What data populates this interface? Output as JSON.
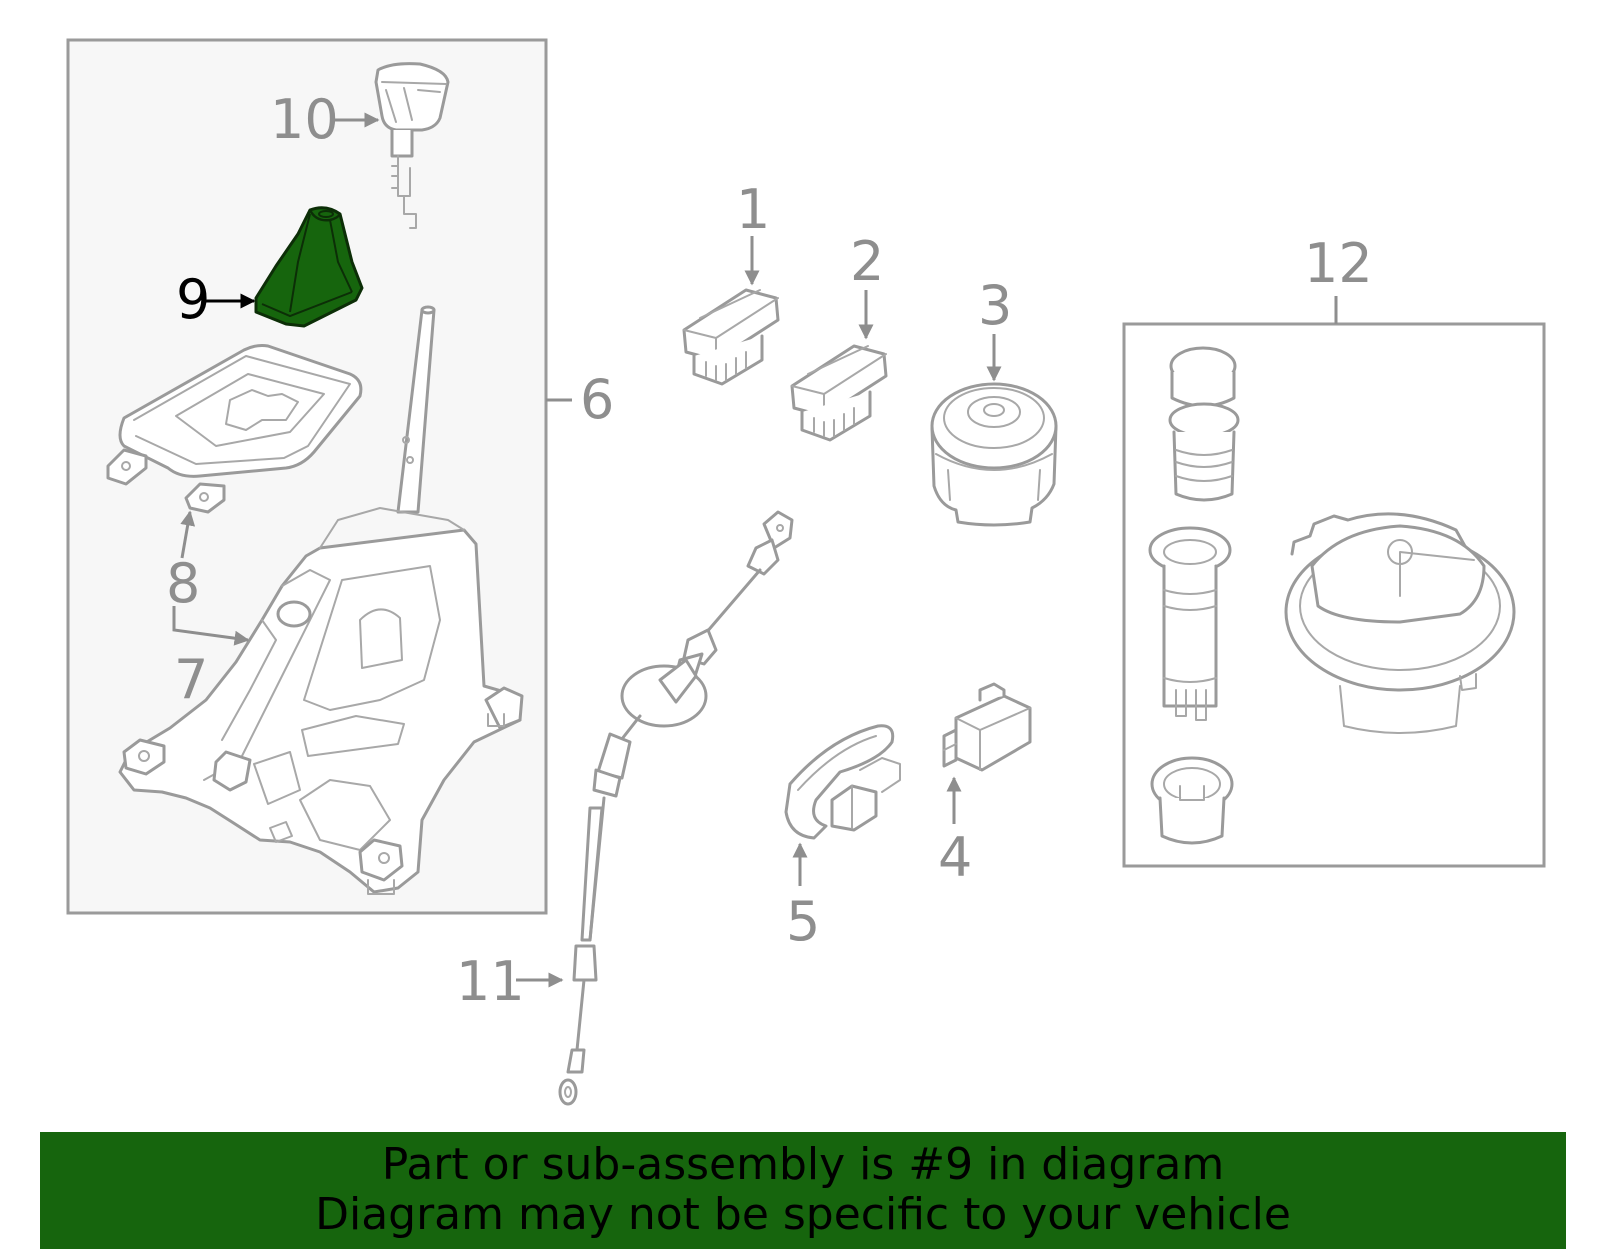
{
  "diagram": {
    "callouts": [
      {
        "id": "1",
        "label": "1"
      },
      {
        "id": "2",
        "label": "2"
      },
      {
        "id": "3",
        "label": "3"
      },
      {
        "id": "4",
        "label": "4"
      },
      {
        "id": "5",
        "label": "5"
      },
      {
        "id": "6",
        "label": "6"
      },
      {
        "id": "7",
        "label": "7"
      },
      {
        "id": "8",
        "label": "8"
      },
      {
        "id": "9",
        "label": "9",
        "highlighted": true
      },
      {
        "id": "10",
        "label": "10"
      },
      {
        "id": "11",
        "label": "11"
      },
      {
        "id": "12",
        "label": "12"
      }
    ],
    "highlight_color": "#16650d",
    "line_color": "#9a9a9a"
  },
  "banner": {
    "line1": "Part or sub-assembly is #9 in diagram",
    "line2": "Diagram may not be specific to your vehicle",
    "background": "#16650d"
  }
}
